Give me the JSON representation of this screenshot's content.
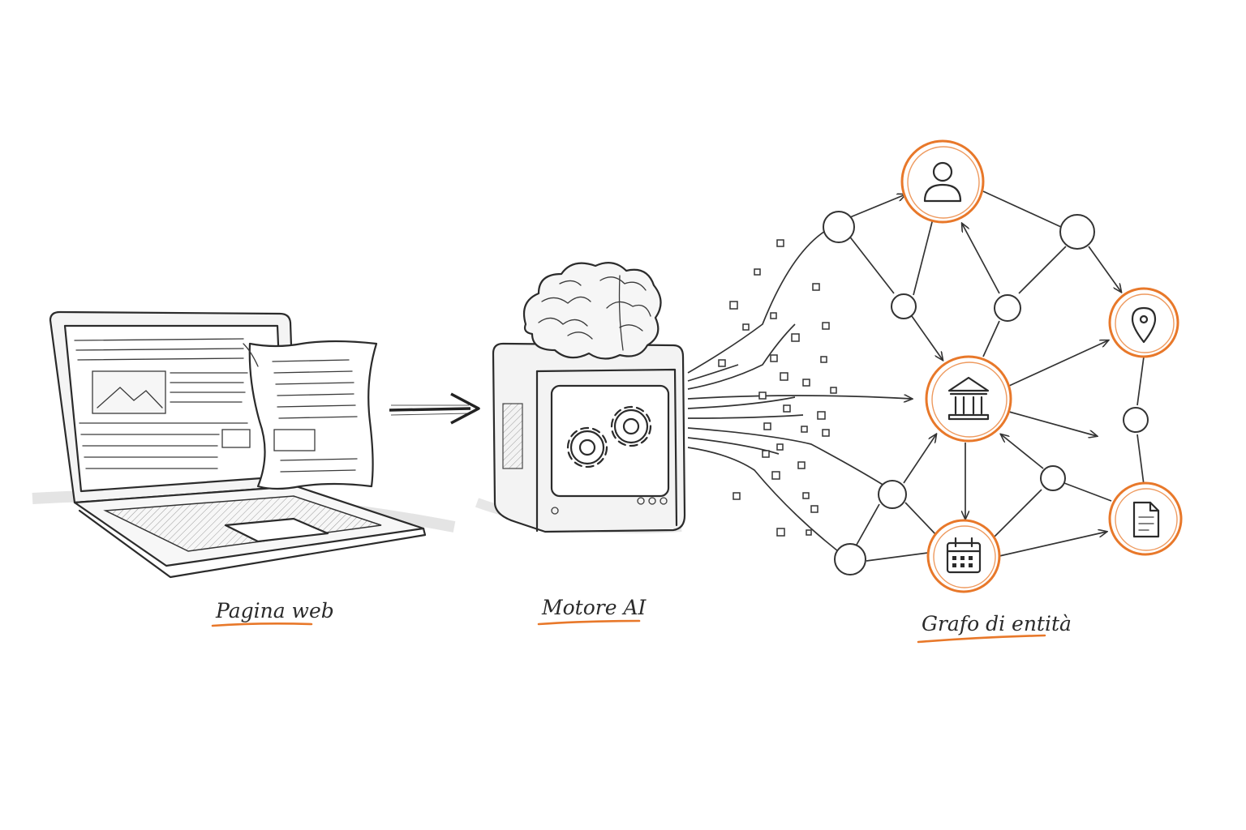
{
  "labels": {
    "webpage": "Pagina web",
    "engine": "Motore AI",
    "graph": "Grafo di entità"
  },
  "icons": {
    "person": "person-icon",
    "location": "location-pin-icon",
    "institution": "bank-building-icon",
    "document": "document-icon",
    "calendar": "calendar-icon",
    "gears": "gears-icon",
    "brain": "brain-icon",
    "laptop": "laptop-icon"
  },
  "colors": {
    "accent": "#e8782a",
    "ink": "#2b2b2b",
    "background": "#ffffff"
  }
}
